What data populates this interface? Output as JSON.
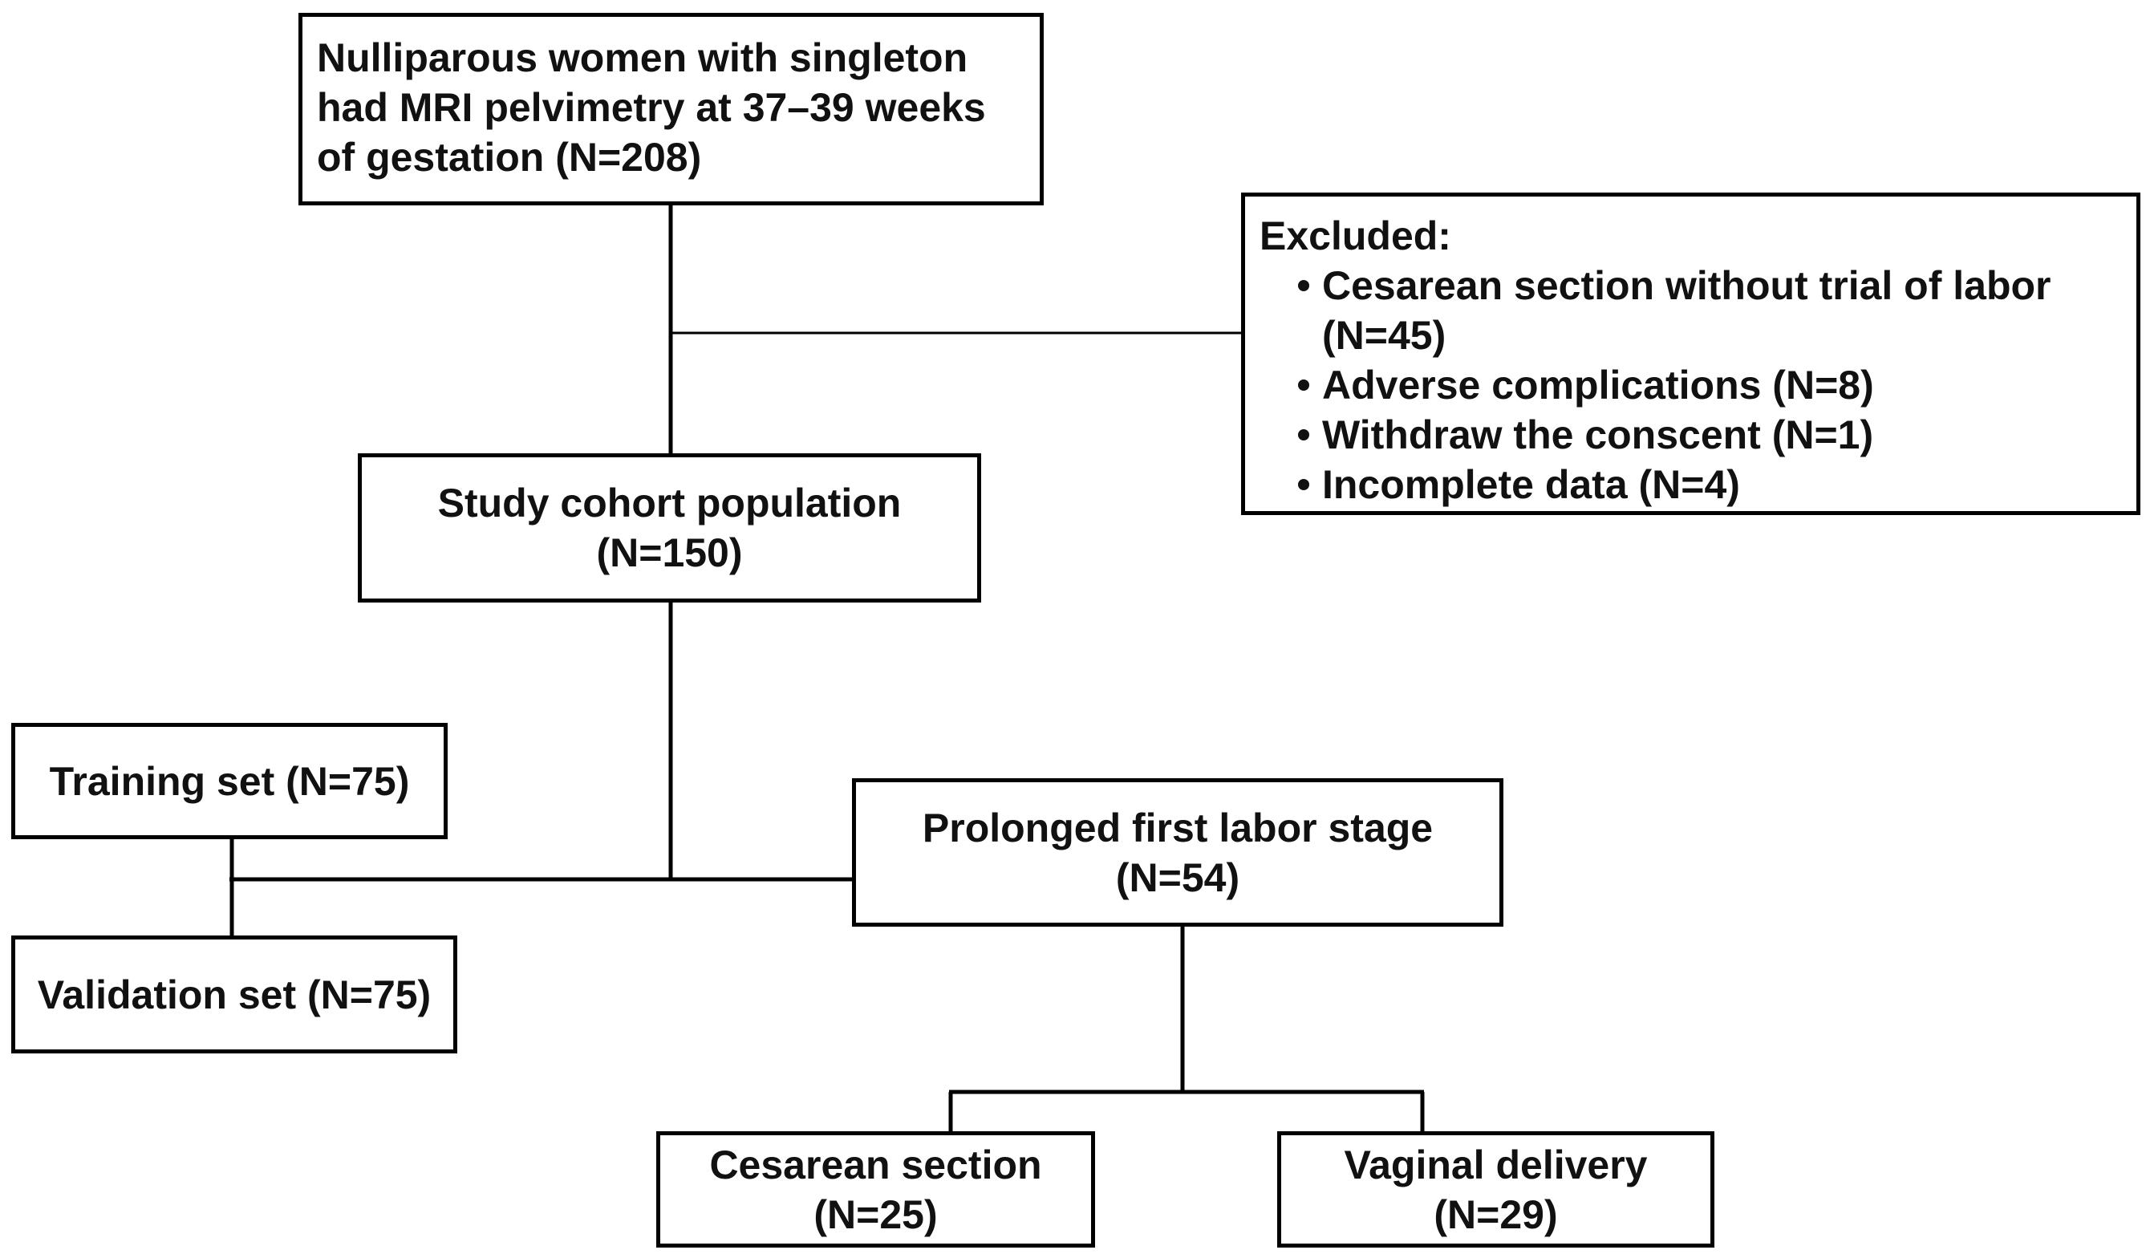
{
  "boxes": {
    "start": {
      "lines": [
        "Nulliparous women with singleton",
        "had MRI pelvimetry at 37–39 weeks",
        "of gestation  (N=208)"
      ]
    },
    "excluded": {
      "title": "Excluded:",
      "items": [
        {
          "lines": [
            "Cesarean section without trial of labor",
            "(N=45)"
          ]
        },
        {
          "lines": [
            "Adverse complications (N=8)"
          ]
        },
        {
          "lines": [
            "Withdraw the conscent (N=1)"
          ]
        },
        {
          "lines": [
            "Incomplete data (N=4)"
          ]
        }
      ]
    },
    "cohort": {
      "lines": [
        "Study cohort population",
        "(N=150)"
      ]
    },
    "training": {
      "lines": [
        "Training set (N=75)"
      ]
    },
    "validation": {
      "lines": [
        "Validation set (N=75)"
      ]
    },
    "prolonged": {
      "lines": [
        "Prolonged first labor stage",
        "(N=54)"
      ]
    },
    "cesarean": {
      "lines": [
        "Cesarean section",
        "(N=25)"
      ]
    },
    "vaginal": {
      "lines": [
        "Vaginal delivery",
        "(N=29)"
      ]
    }
  },
  "colors": {
    "stroke": "#000000",
    "text": "#111111",
    "background": "#ffffff"
  }
}
